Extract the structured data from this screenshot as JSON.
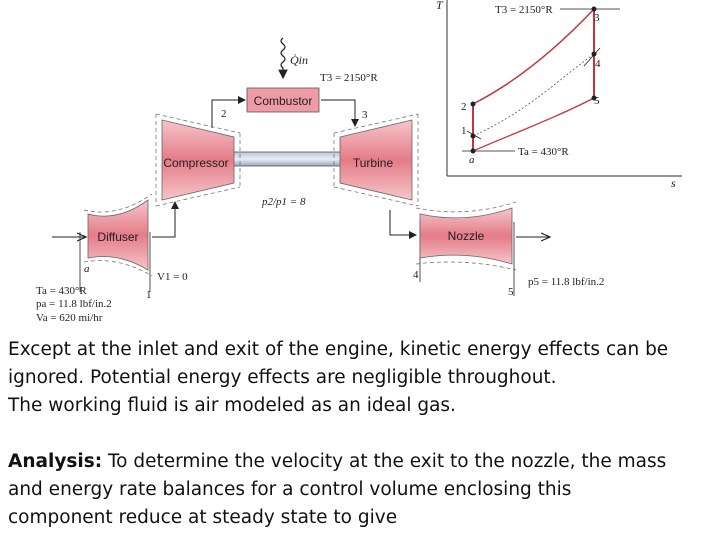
{
  "components": {
    "diffuser": "Diffuser",
    "compressor": "Compressor",
    "combustor": "Combustor",
    "turbine": "Turbine",
    "nozzle": "Nozzle"
  },
  "states": {
    "s1": "1",
    "s2": "2",
    "s3": "3",
    "s4": "4",
    "s5": "5",
    "sa": "a"
  },
  "annotations": {
    "q_in": "Q̇in",
    "t3_left": "T3 = 2150°R",
    "pressure_ratio": "p2/p1 = 8",
    "v1": "V1 = 0",
    "p5": "p5 = 11.8 lbf/in.2",
    "ta": "Ta = 430°R",
    "pa": "pa = 11.8 lbf/in.2",
    "va": "Va = 620 mi/hr"
  },
  "ts_diagram": {
    "y_axis": "T",
    "x_axis": "s",
    "t3_label": "T3 = 2150°R",
    "ta_label": "Ta = 430°R",
    "points": [
      "3",
      "4",
      "5",
      "2",
      "1",
      "a"
    ]
  },
  "text": {
    "line1": "Except at the inlet and exit of the engine, kinetic energy effects can be",
    "line2": "ignored. Potential energy effects are negligible throughout.",
    "line3": "The working fluid is air modeled as an ideal gas.",
    "analysis_label": "Analysis:",
    "analysis_line1": " To determine the velocity at the exit to the nozzle, the mass",
    "analysis_line2": "and energy rate balances for a control volume enclosing this",
    "analysis_line3": "component reduce at steady state to give"
  },
  "colors": {
    "component_fill": "#e88a95",
    "process_line": "#c8323c"
  }
}
